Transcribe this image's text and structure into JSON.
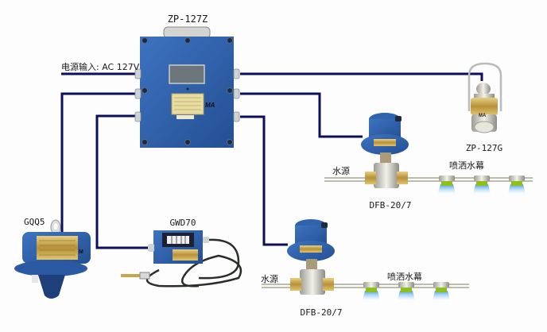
{
  "diagram": {
    "title": "Mine water-curtain spray dust suppression system wiring",
    "colors": {
      "wire": "#0d0f5a",
      "device_blue": "#2f5fa8",
      "brass": "#c9a54a",
      "pipe": "#9a9a86",
      "nozzle": "#8fbf1a",
      "spray": "#3aa0e8"
    },
    "power_input_label": "电源输入: AC 127V",
    "devices": {
      "controller": {
        "model": "ZP-127Z",
        "badge": "MA"
      },
      "sensor_light": {
        "model": "ZP-127G",
        "badge": "MA"
      },
      "valve_upper": {
        "model": "DFB-20/7"
      },
      "valve_lower": {
        "model": "DFB-20/7"
      },
      "smoke_sensor": {
        "model": "GQQ5",
        "badge": "M"
      },
      "temp_sensor": {
        "model": "GWD70"
      }
    },
    "upper_line": {
      "water_source_label": "水源",
      "curtain_label": "喷洒水幕",
      "nozzle_count": 3
    },
    "lower_line": {
      "water_source_label": "水源",
      "curtain_label": "喷洒水幕",
      "nozzle_count": 3
    }
  }
}
